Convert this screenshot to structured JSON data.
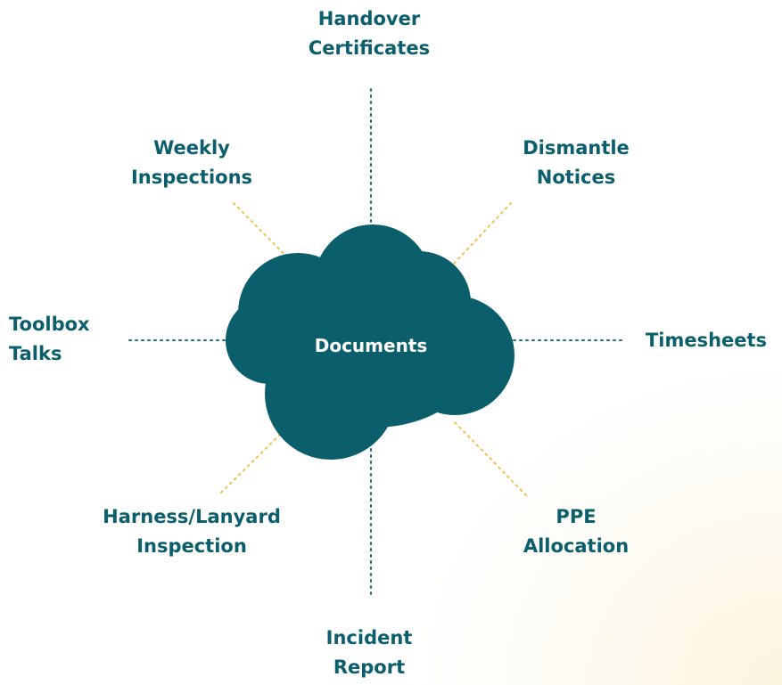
{
  "colors": {
    "teal": "#0b5e6b",
    "dotted_teal": "#1f6f7c",
    "dotted_gold": "#f2c14e",
    "center_text": "#ffffff"
  },
  "center": {
    "shape": "cloud",
    "label": "Documents"
  },
  "nodes": {
    "handover": [
      "Handover",
      "Certificates"
    ],
    "dismantle": [
      "Dismantle",
      "Notices"
    ],
    "timesheets": [
      "Timesheets"
    ],
    "ppe": [
      "PPE",
      "Allocation"
    ],
    "incident": [
      "Incident",
      "Report"
    ],
    "harness": [
      "Harness/Lanyard",
      "Inspection"
    ],
    "toolbox": [
      "Toolbox",
      "Talks"
    ],
    "weekly": [
      "Weekly",
      "Inspections"
    ]
  }
}
